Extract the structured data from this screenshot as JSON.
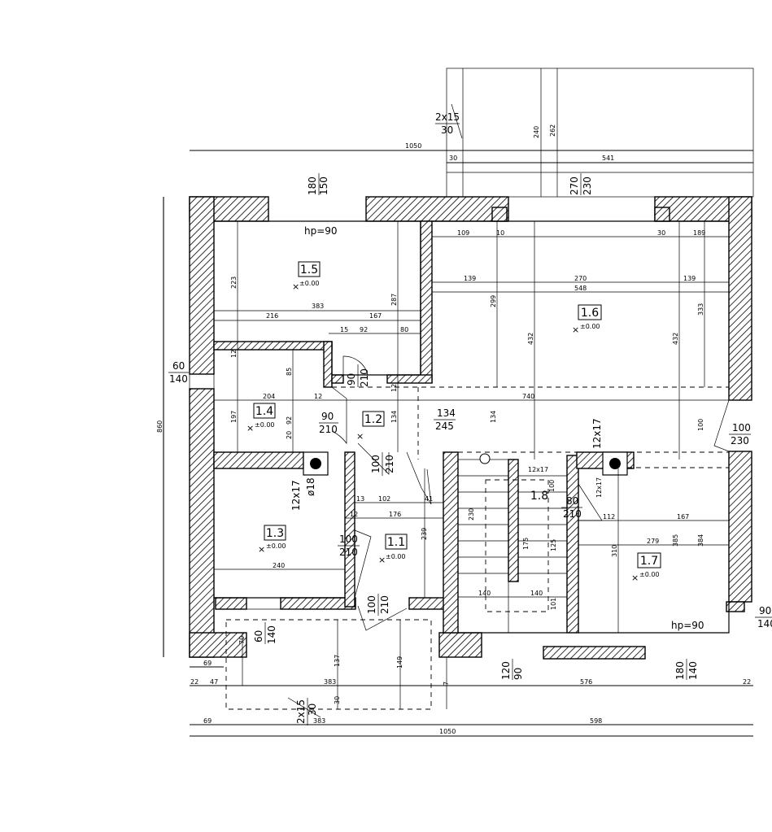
{
  "rooms": [
    {
      "id": "1.1",
      "level": "±0.00"
    },
    {
      "id": "1.2",
      "level": ""
    },
    {
      "id": "1.3",
      "level": "±0.00"
    },
    {
      "id": "1.4",
      "level": "±0.00"
    },
    {
      "id": "1.5",
      "level": "±0.00"
    },
    {
      "id": "1.6",
      "level": "±0.00"
    },
    {
      "id": "1.7",
      "level": "±0.00"
    },
    {
      "id": "1.8",
      "level": ""
    }
  ],
  "openings": {
    "top_window_left": [
      "180",
      "150"
    ],
    "top_window_right": [
      "270",
      "230"
    ],
    "top_stair": [
      "2x15",
      "30"
    ],
    "left_window": [
      "60",
      "140"
    ],
    "door_1_2_top": [
      "90",
      "210"
    ],
    "door_1_4": [
      "90",
      "210"
    ],
    "passage_1_6": [
      "134",
      "245"
    ],
    "door_1_2_bottom": [
      "100",
      "210"
    ],
    "door_1_3": [
      "100",
      "210"
    ],
    "door_entrance": [
      "100",
      "210"
    ],
    "door_1_8": [
      "80",
      "210"
    ],
    "right_door": [
      "100",
      "230"
    ],
    "right_window": [
      "90",
      "140"
    ],
    "bottom_window_left": [
      "60",
      "140"
    ],
    "bottom_window_mid": [
      "120",
      "90"
    ],
    "bottom_window_right": [
      "180",
      "140"
    ],
    "bottom_stair": [
      "2x15",
      "30"
    ],
    "hp_top": "hp=90",
    "hp_bottom": "hp=90",
    "stair_left": "12x17",
    "stair_right": "12x17",
    "chimney": "ø18",
    "small_12x17_a": "12x17",
    "small_12x17_b": "12x17"
  },
  "dimensions": {
    "top_total": "1050",
    "top_right": "541",
    "top_left_small": "30",
    "top_vertical_a": "240",
    "top_vertical_b": "262",
    "left_total": "860",
    "bottom_69": "69",
    "bottom_22": "22",
    "bottom_47": "47",
    "bottom_383": "383",
    "bottom_576": "576",
    "bottom_22b": "22",
    "bottom2_69": "69",
    "bottom2_383": "383",
    "bottom2_598": "598",
    "bottom_total": "1050",
    "r15_383": "383",
    "r15_216": "216",
    "r15_167": "167",
    "r15_223": "223",
    "r15_287": "287",
    "r15_15": "15",
    "r15_92": "92",
    "r15_80": "80",
    "r16_109": "109",
    "r16_10": "10",
    "r16_30": "30",
    "r16_189": "189",
    "r16_139a": "139",
    "r16_270": "270",
    "r16_139b": "139",
    "r16_548": "548",
    "r16_299": "299",
    "r16_432a": "432",
    "r16_432b": "432",
    "r16_333": "333",
    "hall_740": "740",
    "r14_204": "204",
    "r14_197": "197",
    "r14_85": "85",
    "r14_12": "12",
    "r14_20": "20",
    "r14_92": "92",
    "r14_12b": "12",
    "r12_134a": "134",
    "r12_134b": "134",
    "r12_120": "12",
    "r16_100": "100",
    "r11_13": "13",
    "r11_102": "102",
    "r11_41": "41",
    "r11_12": "12",
    "r11_176": "176",
    "r11_239": "239",
    "r13_240": "240",
    "r18_230": "230",
    "r18_100": "100",
    "r18_140a": "140",
    "r18_140b": "140",
    "r18_175": "175",
    "r18_125": "125",
    "r18_101": "101",
    "r17_112": "112",
    "r17_167": "167",
    "r17_279": "279",
    "r17_310": "310",
    "r17_385": "385",
    "r17_384": "384",
    "bot_70": "70",
    "bot_137": "137",
    "bot_149": "149",
    "bot_30": "30",
    "bot_7": "7"
  }
}
